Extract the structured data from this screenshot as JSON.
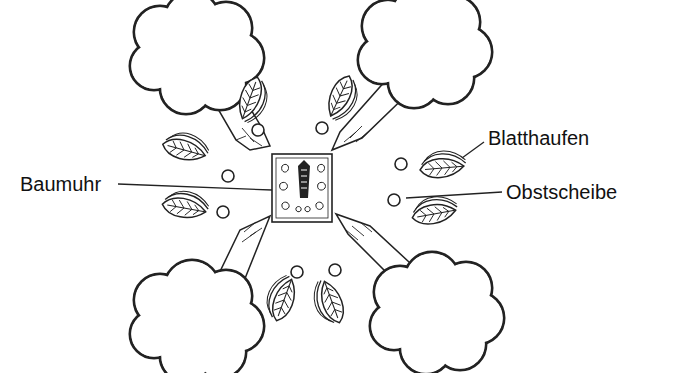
{
  "diagram": {
    "labels": [
      "Blatthaufen",
      "Baumuhr",
      "Obstscheibe"
    ]
  }
}
